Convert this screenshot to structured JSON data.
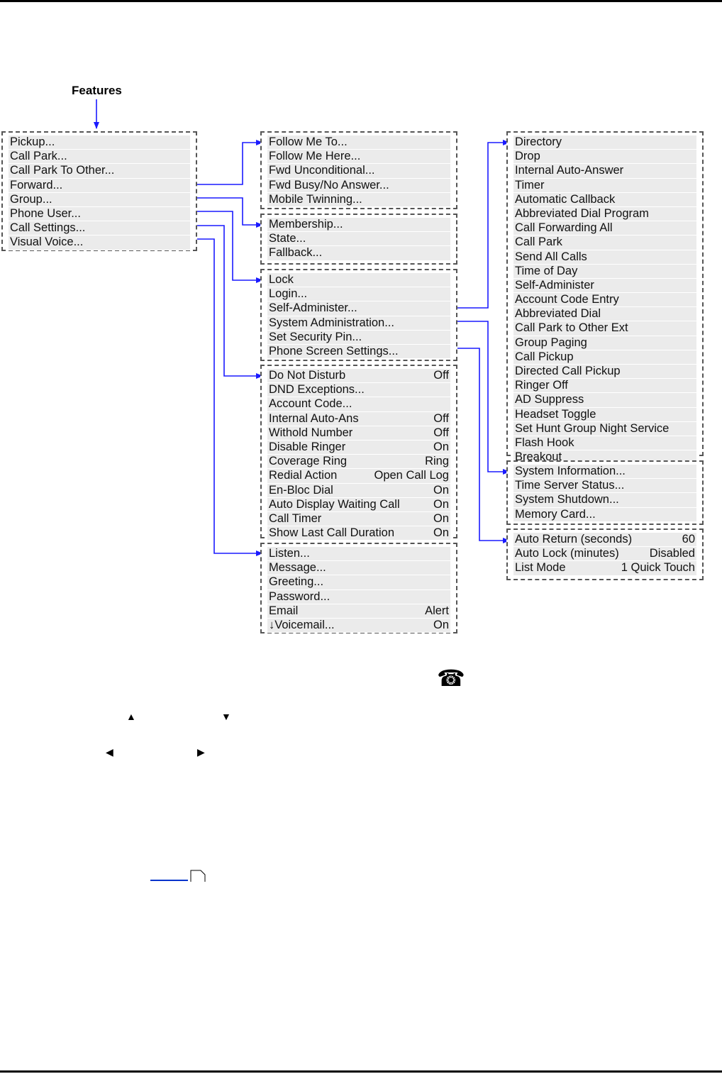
{
  "diagram": {
    "root_label": "Features",
    "menus": {
      "features": [
        {
          "label": "Pickup..."
        },
        {
          "label": "Call Park..."
        },
        {
          "label": "Call Park To Other..."
        },
        {
          "label": "Forward..."
        },
        {
          "label": "Group..."
        },
        {
          "label": "Phone User..."
        },
        {
          "label": "Call Settings..."
        },
        {
          "label": "Visual Voice..."
        }
      ],
      "forward": [
        {
          "label": "Follow Me To..."
        },
        {
          "label": "Follow Me Here..."
        },
        {
          "label": "Fwd Unconditional..."
        },
        {
          "label": "Fwd Busy/No Answer..."
        },
        {
          "label": "Mobile Twinning..."
        }
      ],
      "group": [
        {
          "label": "Membership..."
        },
        {
          "label": "State..."
        },
        {
          "label": "Fallback..."
        }
      ],
      "phone_user": [
        {
          "label": "Lock"
        },
        {
          "label": "Login..."
        },
        {
          "label": "Self-Administer..."
        },
        {
          "label": "System Administration..."
        },
        {
          "label": "Set Security Pin..."
        },
        {
          "label": "Phone Screen Settings..."
        }
      ],
      "call_settings": [
        {
          "label": "Do Not Disturb",
          "value": "Off"
        },
        {
          "label": "DND Exceptions..."
        },
        {
          "label": "Account Code..."
        },
        {
          "label": "Internal Auto-Ans",
          "value": "Off"
        },
        {
          "label": "Withold Number",
          "value": "Off"
        },
        {
          "label": "Disable Ringer",
          "value": "On"
        },
        {
          "label": "Coverage Ring",
          "value": "Ring"
        },
        {
          "label": "Redial Action",
          "value": "Open Call Log"
        },
        {
          "label": "En-Bloc Dial",
          "value": "On"
        },
        {
          "label": "Auto Display Waiting Call",
          "value": "On"
        },
        {
          "label": "Call Timer",
          "value": "On"
        },
        {
          "label": "Show Last Call Duration",
          "value": "On"
        }
      ],
      "visual_voice": [
        {
          "label": "Listen..."
        },
        {
          "label": "Message..."
        },
        {
          "label": "Greeting..."
        },
        {
          "label": "Password..."
        },
        {
          "label": "Email",
          "value": "Alert"
        },
        {
          "label": "↓Voicemail...",
          "value": "On"
        }
      ],
      "self_administer": [
        {
          "label": "Directory"
        },
        {
          "label": "Drop"
        },
        {
          "label": "Internal Auto-Answer"
        },
        {
          "label": "Timer"
        },
        {
          "label": "Automatic Callback"
        },
        {
          "label": "Abbreviated Dial Program"
        },
        {
          "label": "Call Forwarding All"
        },
        {
          "label": "Call Park"
        },
        {
          "label": "Send All Calls"
        },
        {
          "label": "Time of Day"
        },
        {
          "label": "Self-Administer"
        },
        {
          "label": "Account Code Entry"
        },
        {
          "label": "Abbreviated Dial"
        },
        {
          "label": "Call Park to Other Ext"
        },
        {
          "label": "Group Paging"
        },
        {
          "label": "Call Pickup"
        },
        {
          "label": "Directed Call Pickup"
        },
        {
          "label": "Ringer Off"
        },
        {
          "label": "AD Suppress"
        },
        {
          "label": "Headset Toggle"
        },
        {
          "label": "Set Hunt Group Night Service"
        },
        {
          "label": "Flash Hook"
        },
        {
          "label": "Breakout"
        }
      ],
      "system_administration": [
        {
          "label": "System Information..."
        },
        {
          "label": "Time Server Status..."
        },
        {
          "label": "System Shutdown..."
        },
        {
          "label": "Memory Card..."
        }
      ],
      "phone_screen_settings": [
        {
          "label": "Auto Return (seconds)",
          "value": "60"
        },
        {
          "label": "Auto Lock (minutes)",
          "value": "Disabled"
        },
        {
          "label": "List Mode",
          "value": "1 Quick Touch"
        }
      ]
    },
    "connectors": [
      {
        "from": "features.Forward...",
        "to": "forward"
      },
      {
        "from": "features.Group...",
        "to": "group"
      },
      {
        "from": "features.Phone User...",
        "to": "phone_user"
      },
      {
        "from": "features.Call Settings...",
        "to": "call_settings"
      },
      {
        "from": "features.Visual Voice...",
        "to": "visual_voice"
      },
      {
        "from": "phone_user.Self-Administer...",
        "to": "self_administer"
      },
      {
        "from": "phone_user.System Administration...",
        "to": "system_administration"
      },
      {
        "from": "phone_user.Phone Screen Settings...",
        "to": "phone_screen_settings"
      }
    ],
    "colors": {
      "connector": "#1a1aff",
      "row_background": "#ebebeb",
      "box_border": "#555555"
    }
  },
  "icons": {
    "phone": "phone-icon",
    "up_arrow": "up-arrow-icon",
    "down_arrow": "down-arrow-icon",
    "left_arrow": "left-arrow-icon",
    "right_arrow": "right-arrow-icon",
    "page_reference": "page-reference-icon"
  }
}
